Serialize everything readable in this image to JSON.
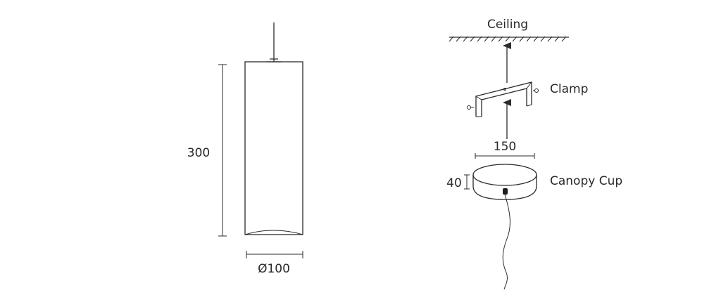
{
  "pendant": {
    "height_label": "300",
    "diameter_label": "Ø100"
  },
  "mounting": {
    "ceiling_label": "Ceiling",
    "clamp_label": "Clamp",
    "width_label": "150",
    "canopy_height_label": "40",
    "canopy_label": "Canopy Cup"
  },
  "colors": {
    "line": "#2b2b2b",
    "text": "#2a2a2a",
    "background": "#ffffff"
  }
}
